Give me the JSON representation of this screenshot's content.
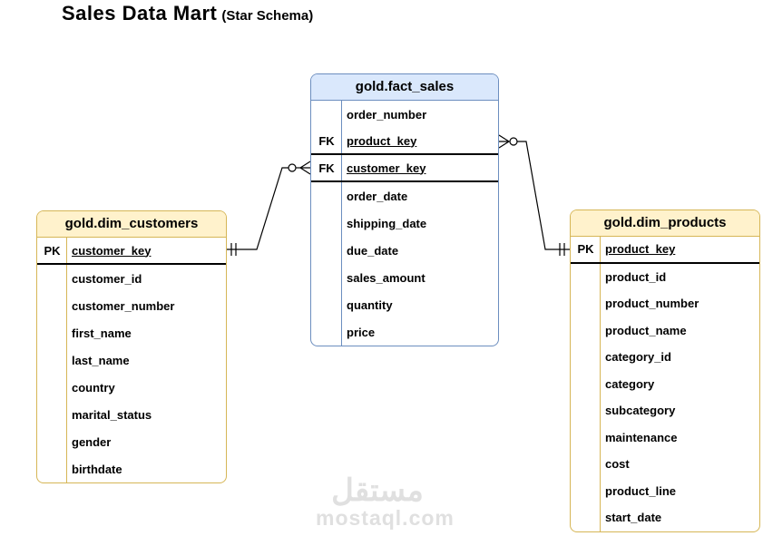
{
  "title": "Sales Data Mart",
  "subtitle": "(Star Schema)",
  "colors": {
    "fact_header_fill": "#dae8fc",
    "fact_border": "#6c8ebf",
    "dim_header_fill": "#fff2cc",
    "dim_border": "#d6b656",
    "row_text": "#000000",
    "connector": "#000000",
    "watermark": "#e0e0e0"
  },
  "tables": {
    "fact_sales": {
      "title": "gold.fact_sales",
      "rows": [
        {
          "key": "",
          "name": "order_number",
          "underlined": false,
          "separator_below": false
        },
        {
          "key": "FK",
          "name": "product_key",
          "underlined": true,
          "separator_below": true
        },
        {
          "key": "FK",
          "name": "customer_key",
          "underlined": true,
          "separator_below": true
        },
        {
          "key": "",
          "name": "order_date",
          "underlined": false,
          "separator_below": false
        },
        {
          "key": "",
          "name": "shipping_date",
          "underlined": false,
          "separator_below": false
        },
        {
          "key": "",
          "name": "due_date",
          "underlined": false,
          "separator_below": false
        },
        {
          "key": "",
          "name": "sales_amount",
          "underlined": false,
          "separator_below": false
        },
        {
          "key": "",
          "name": "quantity",
          "underlined": false,
          "separator_below": false
        },
        {
          "key": "",
          "name": "price",
          "underlined": false,
          "separator_below": false
        }
      ]
    },
    "dim_customers": {
      "title": "gold.dim_customers",
      "rows": [
        {
          "key": "PK",
          "name": "customer_key",
          "underlined": true,
          "separator_below": true
        },
        {
          "key": "",
          "name": "customer_id",
          "underlined": false,
          "separator_below": false
        },
        {
          "key": "",
          "name": "customer_number",
          "underlined": false,
          "separator_below": false
        },
        {
          "key": "",
          "name": "first_name",
          "underlined": false,
          "separator_below": false
        },
        {
          "key": "",
          "name": "last_name",
          "underlined": false,
          "separator_below": false
        },
        {
          "key": "",
          "name": "country",
          "underlined": false,
          "separator_below": false
        },
        {
          "key": "",
          "name": "marital_status",
          "underlined": false,
          "separator_below": false
        },
        {
          "key": "",
          "name": "gender",
          "underlined": false,
          "separator_below": false
        },
        {
          "key": "",
          "name": "birthdate",
          "underlined": false,
          "separator_below": false
        }
      ]
    },
    "dim_products": {
      "title": "gold.dim_products",
      "rows": [
        {
          "key": "PK",
          "name": "product_key",
          "underlined": true,
          "separator_below": true
        },
        {
          "key": "",
          "name": "product_id",
          "underlined": false,
          "separator_below": false
        },
        {
          "key": "",
          "name": "product_number",
          "underlined": false,
          "separator_below": false
        },
        {
          "key": "",
          "name": "product_name",
          "underlined": false,
          "separator_below": false
        },
        {
          "key": "",
          "name": "category_id",
          "underlined": false,
          "separator_below": false
        },
        {
          "key": "",
          "name": "category",
          "underlined": false,
          "separator_below": false
        },
        {
          "key": "",
          "name": "subcategory",
          "underlined": false,
          "separator_below": false
        },
        {
          "key": "",
          "name": "maintenance",
          "underlined": false,
          "separator_below": false
        },
        {
          "key": "",
          "name": "cost",
          "underlined": false,
          "separator_below": false
        },
        {
          "key": "",
          "name": "product_line",
          "underlined": false,
          "separator_below": false
        },
        {
          "key": "",
          "name": "start_date",
          "underlined": false,
          "separator_below": false
        }
      ]
    }
  },
  "relationships": [
    {
      "from_table": "gold.dim_customers",
      "from_field": "customer_key",
      "from_cardinality": "one-and-only-one",
      "to_table": "gold.fact_sales",
      "to_field": "customer_key",
      "to_cardinality": "zero-or-many"
    },
    {
      "from_table": "gold.dim_products",
      "from_field": "product_key",
      "from_cardinality": "one-and-only-one",
      "to_table": "gold.fact_sales",
      "to_field": "product_key",
      "to_cardinality": "zero-or-many"
    }
  ],
  "watermark": {
    "arabic": "مستقل",
    "domain": "mostaql.com"
  }
}
